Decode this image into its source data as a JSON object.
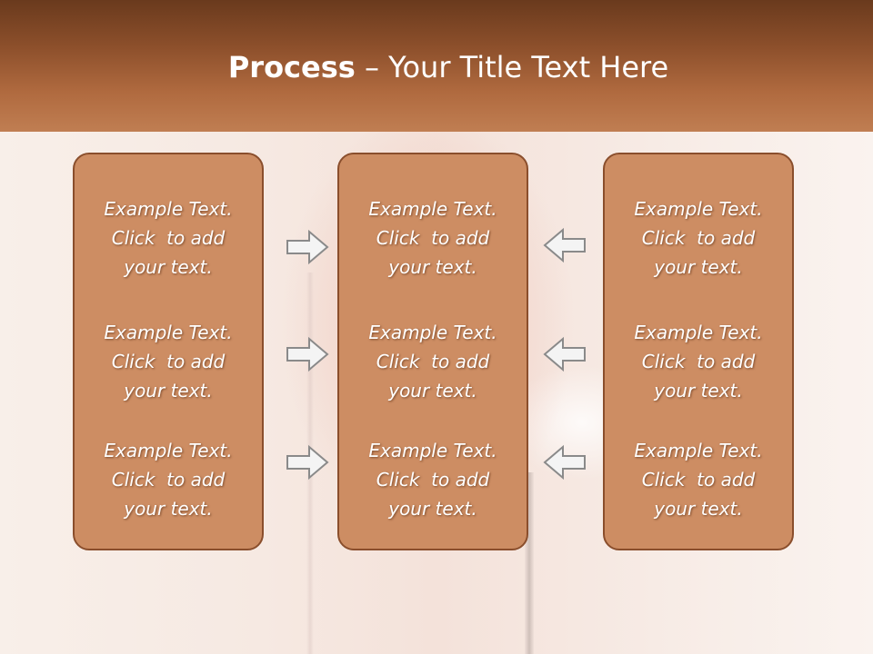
{
  "header": {
    "title_bold": "Process",
    "title_rest": " – Your Title Text Here"
  },
  "colors": {
    "header": "#8c4f2b",
    "panel_fill": "#cd8d63",
    "panel_border": "#8a4e2c",
    "text": "#ffffff",
    "arrow_fill": "#f4f4f4",
    "arrow_stroke": "#8a8a8a"
  },
  "panels": [
    {
      "blocks": [
        {
          "line1": "Example Text.",
          "line2": "Click  to add",
          "line3": "your text."
        },
        {
          "line1": "Example Text.",
          "line2": "Click  to add",
          "line3": "your text."
        },
        {
          "line1": "Example Text.",
          "line2": "Click  to add",
          "line3": "your text."
        }
      ]
    },
    {
      "blocks": [
        {
          "line1": "Example Text.",
          "line2": "Click  to add",
          "line3": "your text."
        },
        {
          "line1": "Example Text.",
          "line2": "Click  to add",
          "line3": "your text."
        },
        {
          "line1": "Example Text.",
          "line2": "Click  to add",
          "line3": "your text."
        }
      ]
    },
    {
      "blocks": [
        {
          "line1": "Example Text.",
          "line2": "Click  to add",
          "line3": "your text."
        },
        {
          "line1": "Example Text.",
          "line2": "Click  to add",
          "line3": "your text."
        },
        {
          "line1": "Example Text.",
          "line2": "Click  to add",
          "line3": "your text."
        }
      ]
    }
  ],
  "arrows": {
    "left_column": [
      "arrow-right-icon",
      "arrow-right-icon",
      "arrow-right-icon"
    ],
    "right_column": [
      "arrow-left-icon",
      "arrow-left-icon",
      "arrow-left-icon"
    ]
  }
}
